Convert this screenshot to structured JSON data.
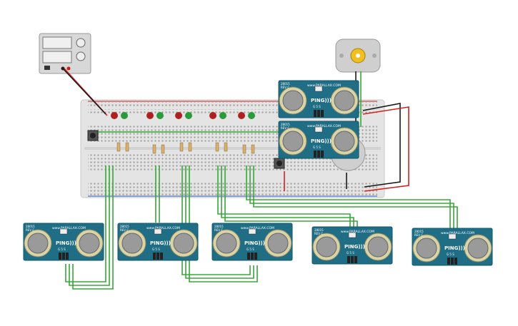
{
  "sensor": {
    "brand": "www.PARALLAX.COM",
    "model": "28015",
    "rev": "REV C",
    "name": "PING)))",
    "pins": "G 5 S"
  },
  "colors": {
    "sensor_board": "#1f6e86",
    "sensor_board_edge": "#15566a",
    "transducer_ring": "#d9d4a8",
    "transducer_core": "#9a9a9a",
    "breadboard": "#e4e4e4",
    "wire_green": "#3aa53a",
    "wire_red": "#d42020",
    "wire_black": "#1a1a1a",
    "led_red": "#b02020",
    "led_green": "#2a9a3a",
    "psu_body": "#d8d8d8",
    "motor_body": "#cfcfcf",
    "motor_shaft": "#f0c020"
  }
}
